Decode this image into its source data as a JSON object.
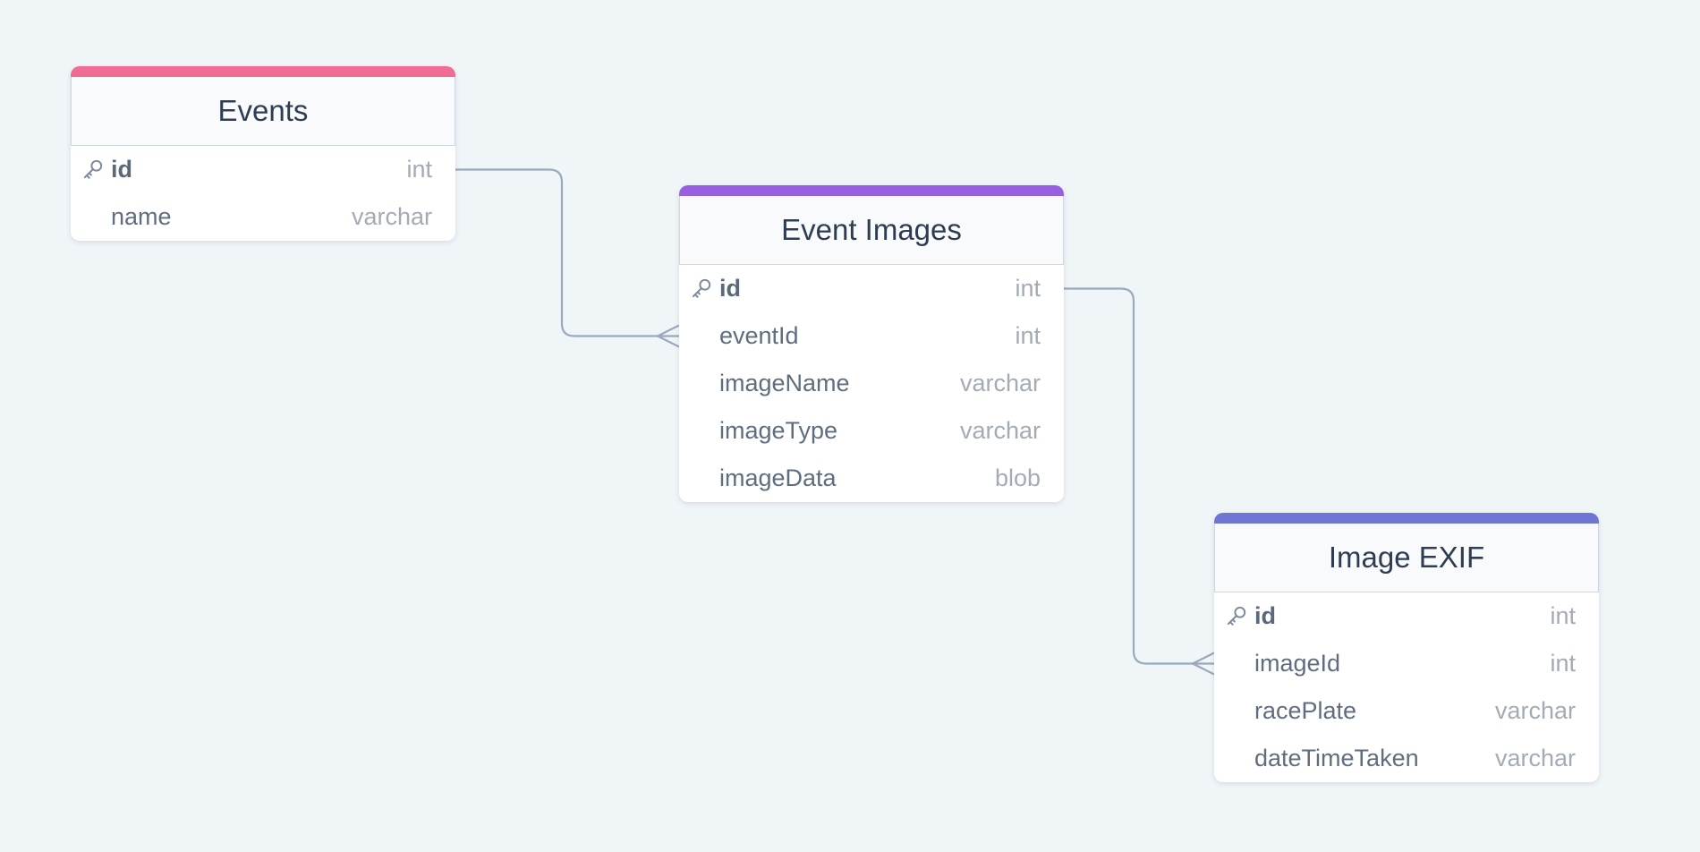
{
  "tables": [
    {
      "name": "Events",
      "accent": "#f06b96",
      "fields": [
        {
          "name": "id",
          "type": "int",
          "pk": true
        },
        {
          "name": "name",
          "type": "varchar",
          "pk": false
        }
      ]
    },
    {
      "name": "Event Images",
      "accent": "#9860e0",
      "fields": [
        {
          "name": "id",
          "type": "int",
          "pk": true
        },
        {
          "name": "eventId",
          "type": "int",
          "pk": false
        },
        {
          "name": "imageName",
          "type": "varchar",
          "pk": false
        },
        {
          "name": "imageType",
          "type": "varchar",
          "pk": false
        },
        {
          "name": "imageData",
          "type": "blob",
          "pk": false
        }
      ]
    },
    {
      "name": "Image EXIF",
      "accent": "#6e76d4",
      "fields": [
        {
          "name": "id",
          "type": "int",
          "pk": true
        },
        {
          "name": "imageId",
          "type": "int",
          "pk": false
        },
        {
          "name": "racePlate",
          "type": "varchar",
          "pk": false
        },
        {
          "name": "dateTimeTaken",
          "type": "varchar",
          "pk": false
        }
      ]
    }
  ],
  "relationships": [
    {
      "from": "Events.id",
      "to": "Event Images.eventId",
      "cardinality": "one-to-many"
    },
    {
      "from": "Event Images.id",
      "to": "Image EXIF.imageId",
      "cardinality": "one-to-many"
    }
  ],
  "colors": {
    "background": "#f0f5f8",
    "connector": "#9aa9bd",
    "pk_icon": "#7d8a9c"
  },
  "icons": {
    "primary_key": "key-icon"
  }
}
